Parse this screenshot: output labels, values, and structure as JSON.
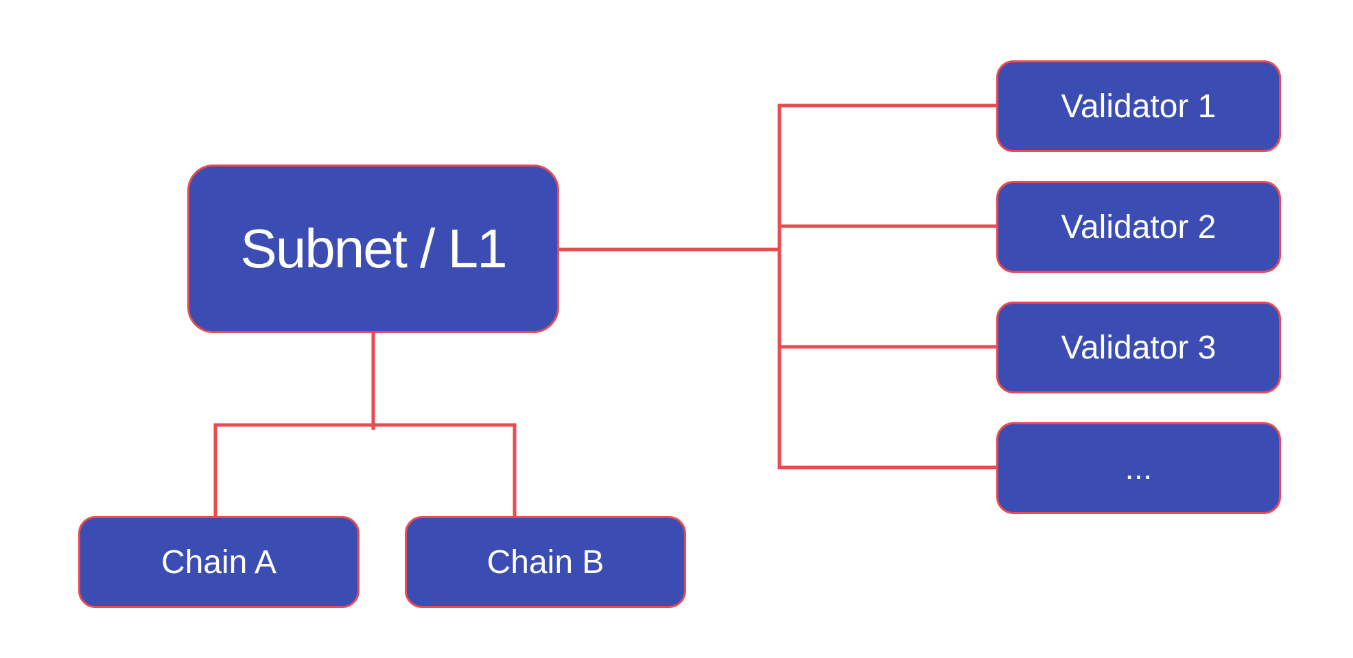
{
  "colors": {
    "background": "#FFFFFF",
    "node_fill": "#3B4DB3",
    "edge": "#EA4A51",
    "node_text": "#FFFFFF"
  },
  "diagram": {
    "root": {
      "label": "Subnet / L1"
    },
    "chains": [
      {
        "label": "Chain A"
      },
      {
        "label": "Chain B"
      }
    ],
    "validators": [
      {
        "label": "Validator 1"
      },
      {
        "label": "Validator 2"
      },
      {
        "label": "Validator 3"
      },
      {
        "label": "..."
      }
    ]
  }
}
